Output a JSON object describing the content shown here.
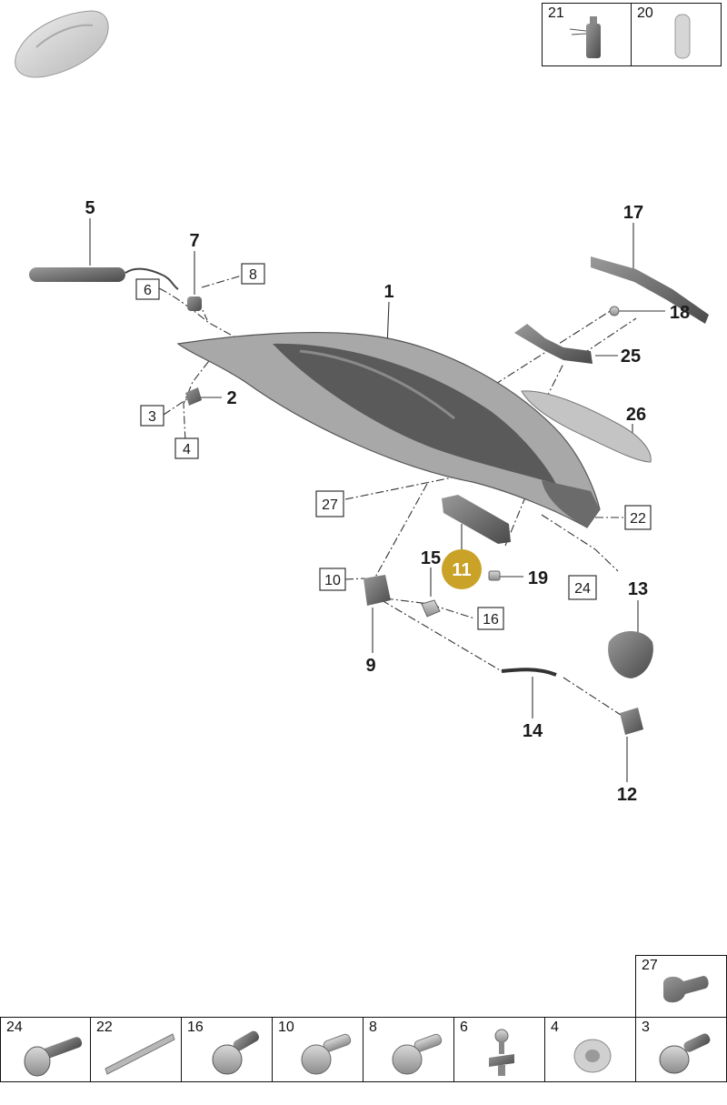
{
  "parts": {
    "p1": "1",
    "p2": "2",
    "p3": "3",
    "p4": "4",
    "p5": "5",
    "p6": "6",
    "p7": "7",
    "p8": "8",
    "p9": "9",
    "p10": "10",
    "p11": "11",
    "p12": "12",
    "p13": "13",
    "p14": "14",
    "p15": "15",
    "p16": "16",
    "p17": "17",
    "p18": "18",
    "p19": "19",
    "p22": "22",
    "p24": "24",
    "p25": "25",
    "p26": "26",
    "p27": "27"
  },
  "highlight": {
    "label": "11",
    "color": "#c9a227"
  },
  "top_cells": [
    {
      "label": "21"
    },
    {
      "label": "20"
    }
  ],
  "bottom_cells": [
    {
      "label": "24"
    },
    {
      "label": "22"
    },
    {
      "label": "16"
    },
    {
      "label": "10"
    },
    {
      "label": "8"
    },
    {
      "label": "6"
    },
    {
      "label": "4"
    },
    {
      "label": "3"
    }
  ],
  "extra_cell": {
    "label": "27"
  }
}
